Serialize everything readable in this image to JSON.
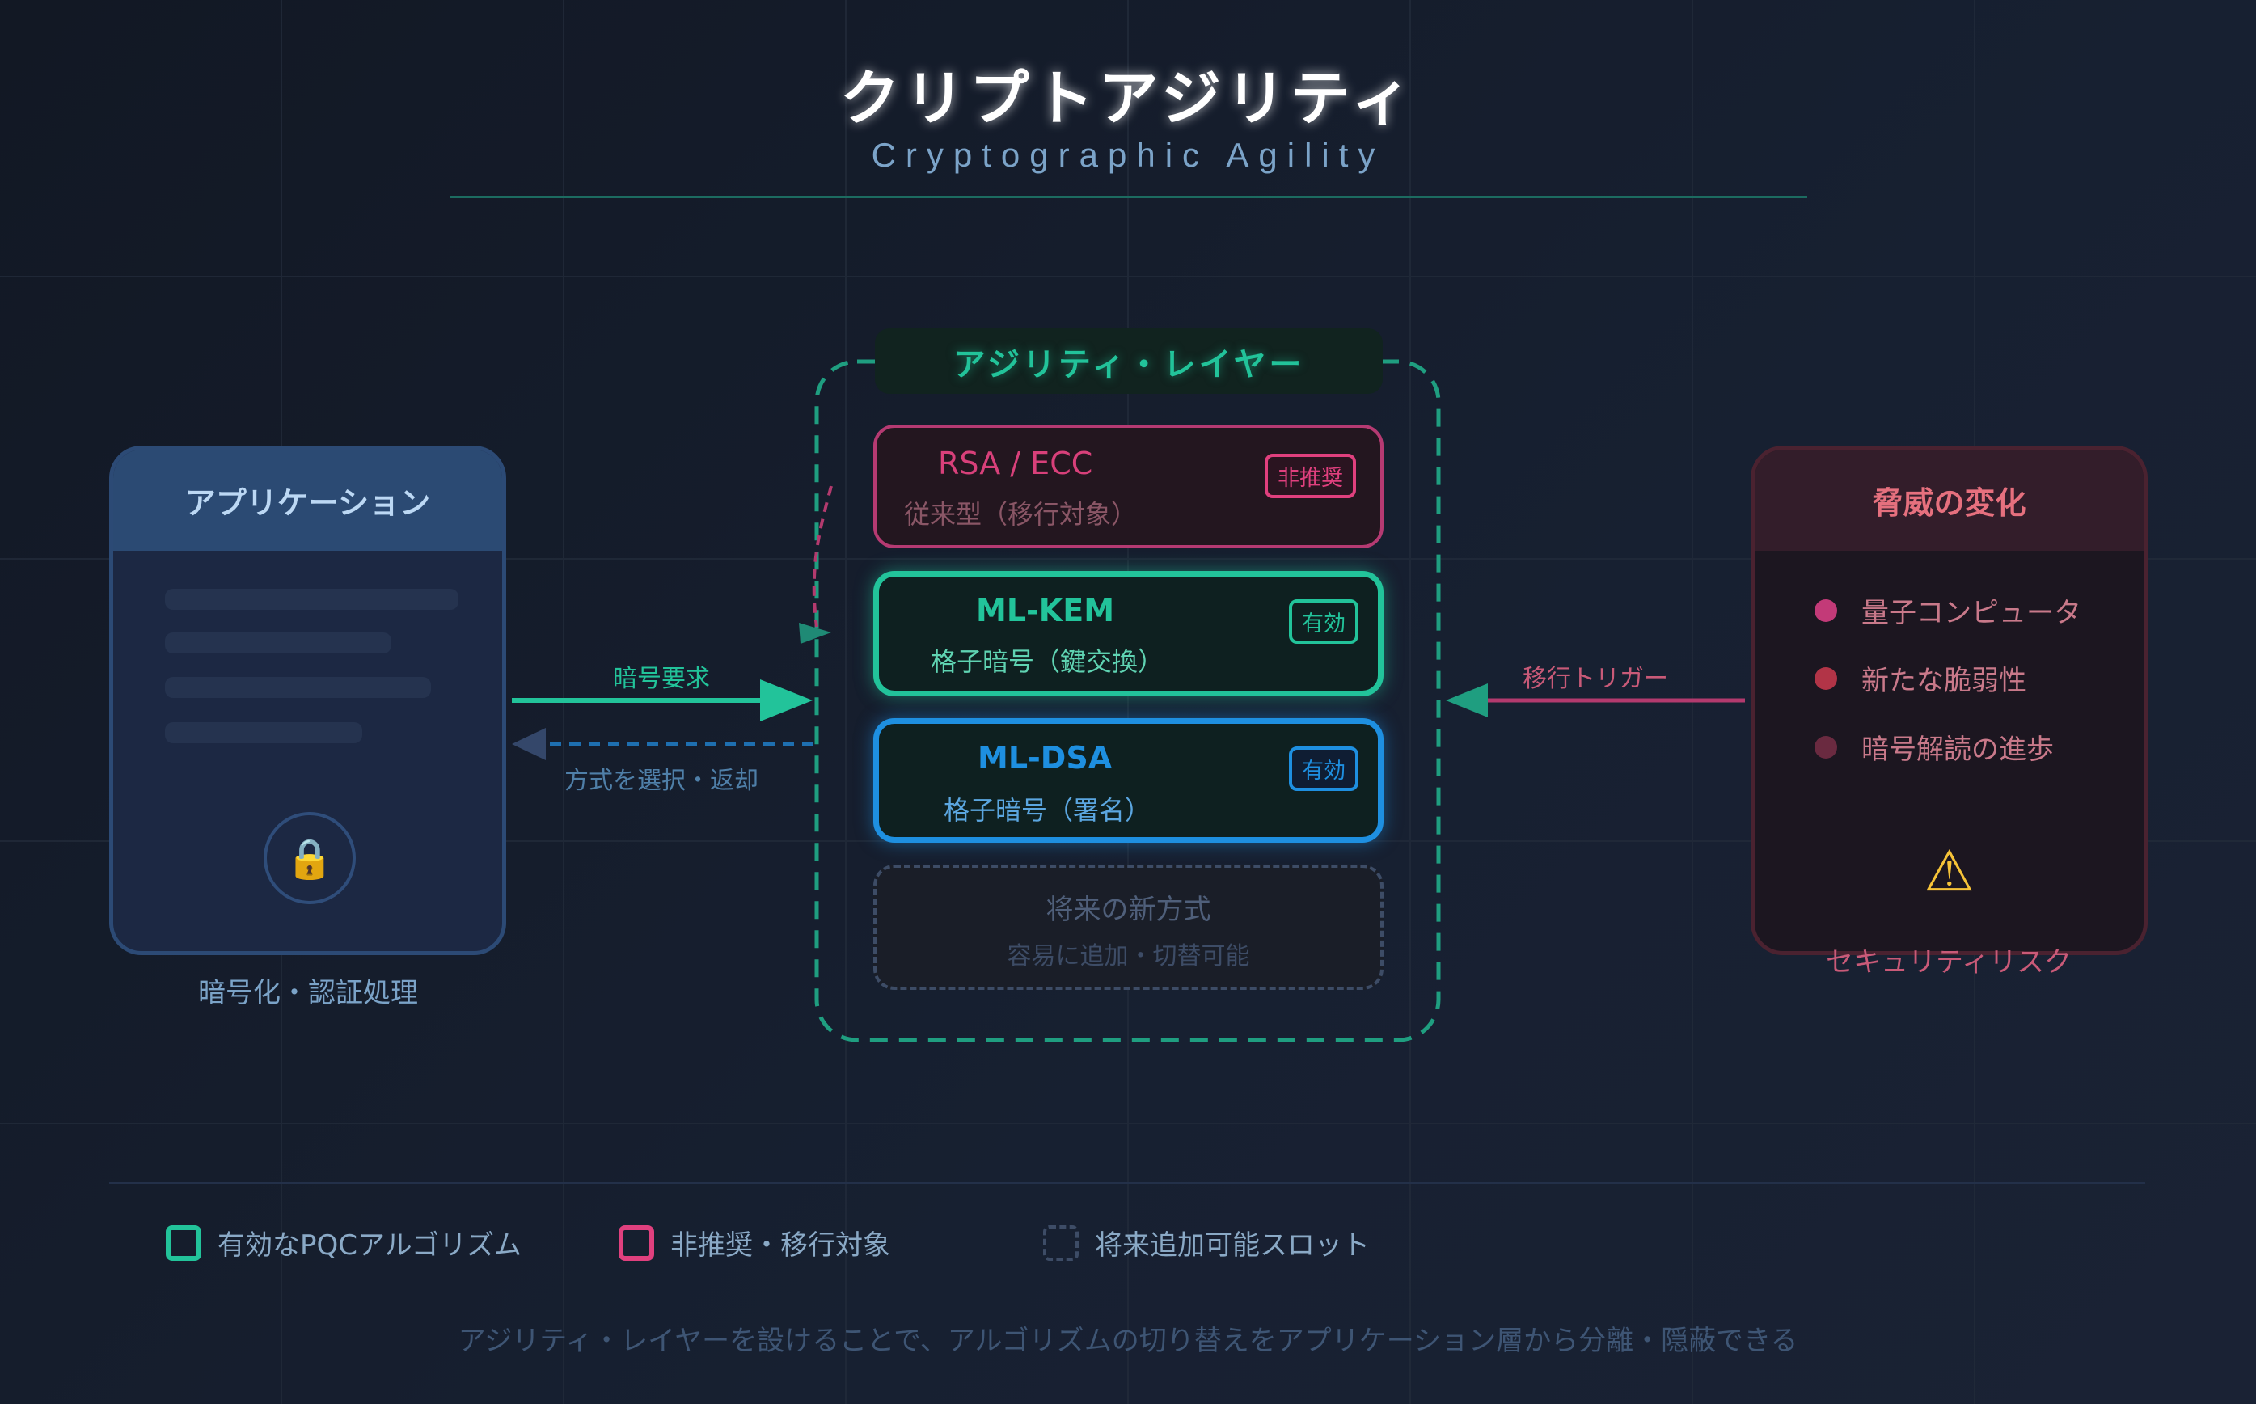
{
  "title": "クリプトアジリティ",
  "subtitle": "Cryptographic Agility",
  "application": {
    "title": "アプリケーション",
    "caption": "暗号化・認証処理",
    "icon": "lock-icon"
  },
  "arrows": {
    "request": "暗号要求",
    "response": "方式を選択・返却",
    "trigger": "移行トリガー"
  },
  "agility_layer": {
    "title": "アジリティ・レイヤー",
    "algorithms": [
      {
        "name": "RSA / ECC",
        "desc": "従来型（移行対象）",
        "badge": "非推奨",
        "color": "#d8407a"
      },
      {
        "name": "ML-KEM",
        "desc": "格子暗号（鍵交換）",
        "badge": "有効",
        "color": "#22c39a"
      },
      {
        "name": "ML-DSA",
        "desc": "格子暗号（署名）",
        "badge": "有効",
        "color": "#1e8fe0"
      },
      {
        "name": "将来の新方式",
        "desc": "容易に追加・切替可能"
      }
    ]
  },
  "threat": {
    "title": "脅威の変化",
    "items": [
      {
        "label": "量子コンピュータ",
        "color": "#c33a78"
      },
      {
        "label": "新たな脆弱性",
        "color": "#b23447"
      },
      {
        "label": "暗号解読の進歩",
        "color": "#6a2a40"
      }
    ],
    "icon": "warning-icon",
    "caption": "セキュリティリスク"
  },
  "legend": [
    {
      "label": "有効なPQCアルゴリズム",
      "color": "#22c39a"
    },
    {
      "label": "非推奨・移行対象",
      "color": "#e0407e"
    },
    {
      "label": "将来追加可能スロット",
      "color": "#3d4c66"
    }
  ],
  "footer": "アジリティ・レイヤーを設けることで、アルゴリズムの切り替えをアプリケーション層から分離・隠蔽できる"
}
